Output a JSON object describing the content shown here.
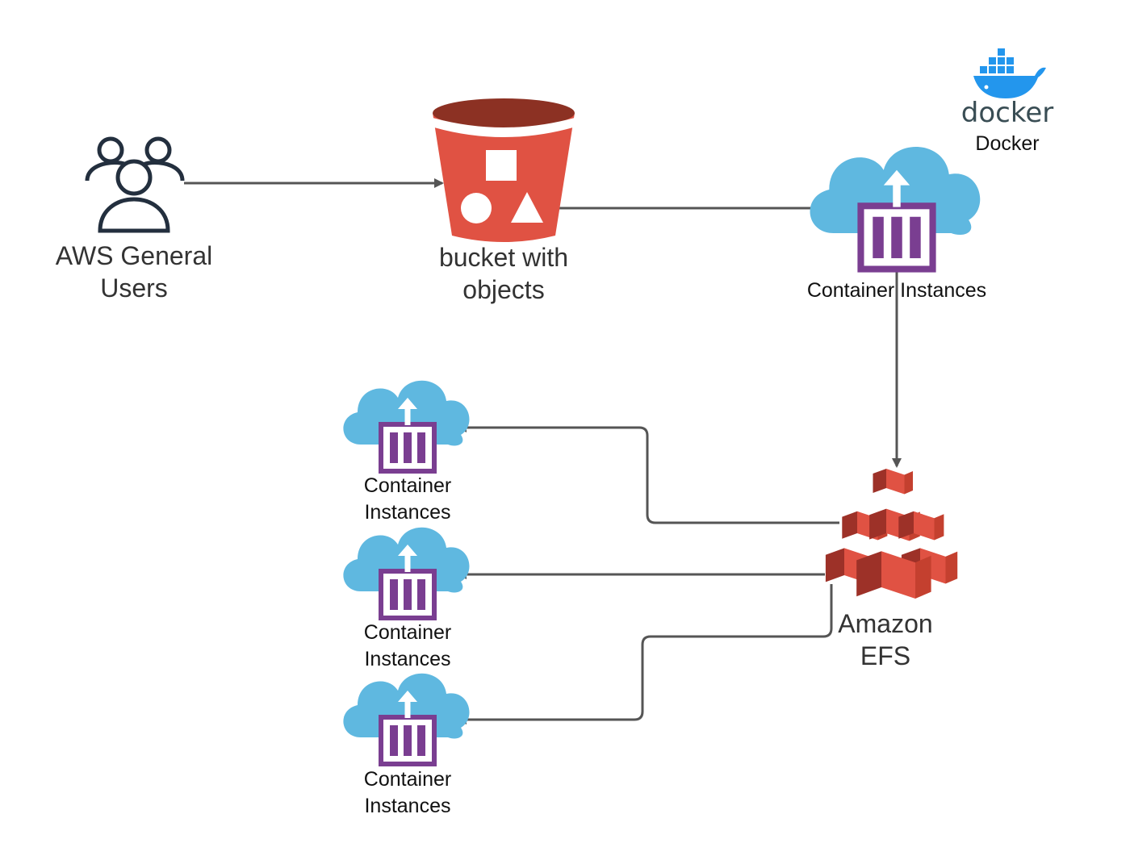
{
  "nodes": {
    "users": {
      "label_lines": [
        "AWS General",
        "Users"
      ]
    },
    "bucket": {
      "label_lines": [
        "bucket with",
        "objects"
      ]
    },
    "container_main": {
      "label": "Container Instances"
    },
    "docker": {
      "logo_text": "docker",
      "label": "Docker"
    },
    "efs": {
      "label_lines": [
        "Amazon",
        "EFS"
      ]
    },
    "container_1": {
      "label_lines": [
        "Container",
        "Instances"
      ]
    },
    "container_2": {
      "label_lines": [
        "Container",
        "Instances"
      ]
    },
    "container_3": {
      "label_lines": [
        "Container",
        "Instances"
      ]
    }
  },
  "edges": [
    {
      "from": "users",
      "to": "bucket"
    },
    {
      "from": "bucket",
      "to": "container_main"
    },
    {
      "from": "container_main",
      "to": "efs"
    },
    {
      "from": "efs",
      "to": "container_1"
    },
    {
      "from": "efs",
      "to": "container_2"
    },
    {
      "from": "efs",
      "to": "container_3"
    }
  ],
  "colors": {
    "s3_red": "#e05243",
    "s3_dark": "#8c3123",
    "cloud_blue": "#5fb8e0",
    "container_purple": "#7a3e91",
    "efs_red": "#e05243",
    "efs_dark": "#9d3128",
    "docker_blue": "#2396ed",
    "edge_gray": "#555555",
    "icon_outline": "#232f3e"
  },
  "icons": {
    "users": "users-group-icon",
    "bucket": "s3-bucket-icon",
    "container": "container-cloud-icon",
    "efs": "efs-icon",
    "docker": "docker-whale-icon"
  }
}
